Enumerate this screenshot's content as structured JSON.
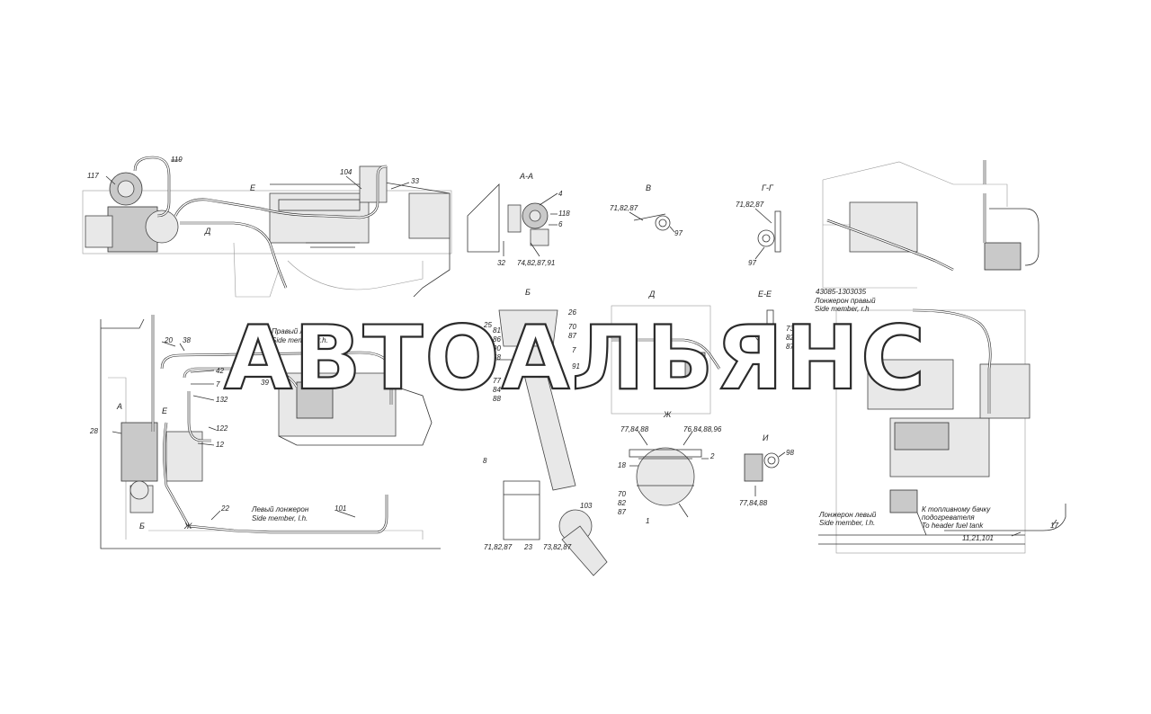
{
  "watermark": "АВТОАЛЬЯНС",
  "views": {
    "top_left": {
      "labels": [
        "119",
        "117",
        "104",
        "33",
        "Е",
        "Д"
      ]
    },
    "section_aa": {
      "title": "А-А",
      "labels": [
        "4",
        "118",
        "6",
        "32",
        "74,82,87,91"
      ]
    },
    "view_v": {
      "title": "В",
      "labels": [
        "71,82,87",
        "97"
      ]
    },
    "section_gg": {
      "title": "Г-Г",
      "labels": [
        "71,82,87",
        "97"
      ]
    },
    "view_b": {
      "title": "Б",
      "labels": [
        "25",
        "26",
        "70",
        "87",
        "81",
        "86",
        "90",
        "68",
        "7",
        "91",
        "77",
        "84",
        "88",
        "8",
        "103",
        "71,82,87",
        "23",
        "73,82,87"
      ]
    },
    "view_d": {
      "title": "Д"
    },
    "section_ee": {
      "title": "Е-Е",
      "labels": [
        "73",
        "82",
        "87"
      ]
    },
    "view_zh": {
      "title": "Ж",
      "labels": [
        "77,84,88",
        "76,84,88,96",
        "18",
        "2",
        "70",
        "82",
        "87",
        "1"
      ]
    },
    "view_i": {
      "title": "И",
      "labels": [
        "98",
        "77,84,88"
      ]
    },
    "bottom_left": {
      "labels": [
        "20",
        "38",
        "42",
        "7",
        "132",
        "39",
        "122",
        "12",
        "28",
        "22",
        "101",
        "А",
        "Б",
        "Ж",
        "Е"
      ],
      "right_member_ru": "Правый лонжерон",
      "right_member_en": "Side member, r.h.",
      "left_member_ru": "Левый лонжерон",
      "left_member_en": "Side member, l.h."
    },
    "right_view": {
      "part_number": "43085-1303035",
      "right_member_ru": "Лонжерон правый",
      "right_member_en": "Side member, r.h",
      "left_member_ru": "Лонжерон левый",
      "left_member_en": "Side member, l.h.",
      "tank_ru_1": "К топливному бачку",
      "tank_ru_2": "подогревателя",
      "tank_en": "To header fuel tank",
      "labels": [
        "11,21,101",
        "17"
      ]
    }
  }
}
